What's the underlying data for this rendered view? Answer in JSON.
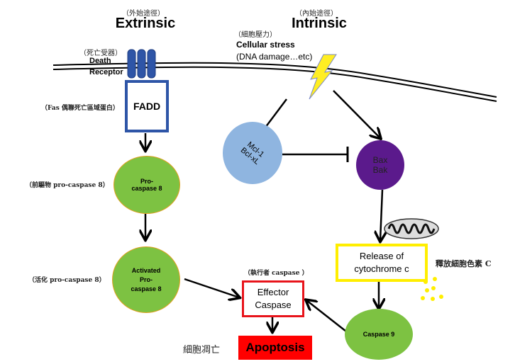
{
  "extrinsic": {
    "label_cn": "（外始途徑）",
    "title": "Extrinsic"
  },
  "intrinsic": {
    "label_cn": "（內始途徑）",
    "title": "Intrinsic"
  },
  "stress": {
    "label_cn": "（細胞壓力）",
    "title": "Cellular stress",
    "sub": "(DNA damage…etc)"
  },
  "receptor": {
    "label_cn": "（死亡受器）",
    "line1": "Death",
    "line2": "Receptor"
  },
  "fadd": {
    "label": "FADD",
    "label_cn": "（Fas 偶聯死亡區域蛋白）"
  },
  "procaspase8": {
    "line1": "Pro-",
    "line2": "caspase 8",
    "label_cn": "（前驅物 pro-caspase 8）"
  },
  "activated": {
    "line1": "Activated",
    "line2": "Pro-",
    "line3": "caspase 8",
    "label_cn": "（活化 pro-caspase 8）"
  },
  "mcl": {
    "line1": "Mcl-1",
    "line2": "Bcl-xL"
  },
  "bax": {
    "line1": "Bax",
    "line2": "Bak"
  },
  "cytc": {
    "line1": "Release of",
    "line2": "cytochrome c",
    "label_cn": "釋放細胞色素 C"
  },
  "effector": {
    "line1": "Effector",
    "line2": "Caspase",
    "label_cn": "（執行者 caspase ）"
  },
  "caspase9": {
    "label": "Caspase 9"
  },
  "apoptosis": {
    "label": "Apoptosis",
    "label_cn": "細胞凋亡"
  },
  "colors": {
    "green": "#7dc242",
    "blue_box": "#2e55a7",
    "receptor": "#2e55a7",
    "mcl": "#8fb5e0",
    "bax": "#5b1a8c",
    "cytc_border": "#ffee00",
    "effector_border": "#e8141b",
    "apoptosis_bg": "#ff0000",
    "bolt": "#ffee22"
  }
}
